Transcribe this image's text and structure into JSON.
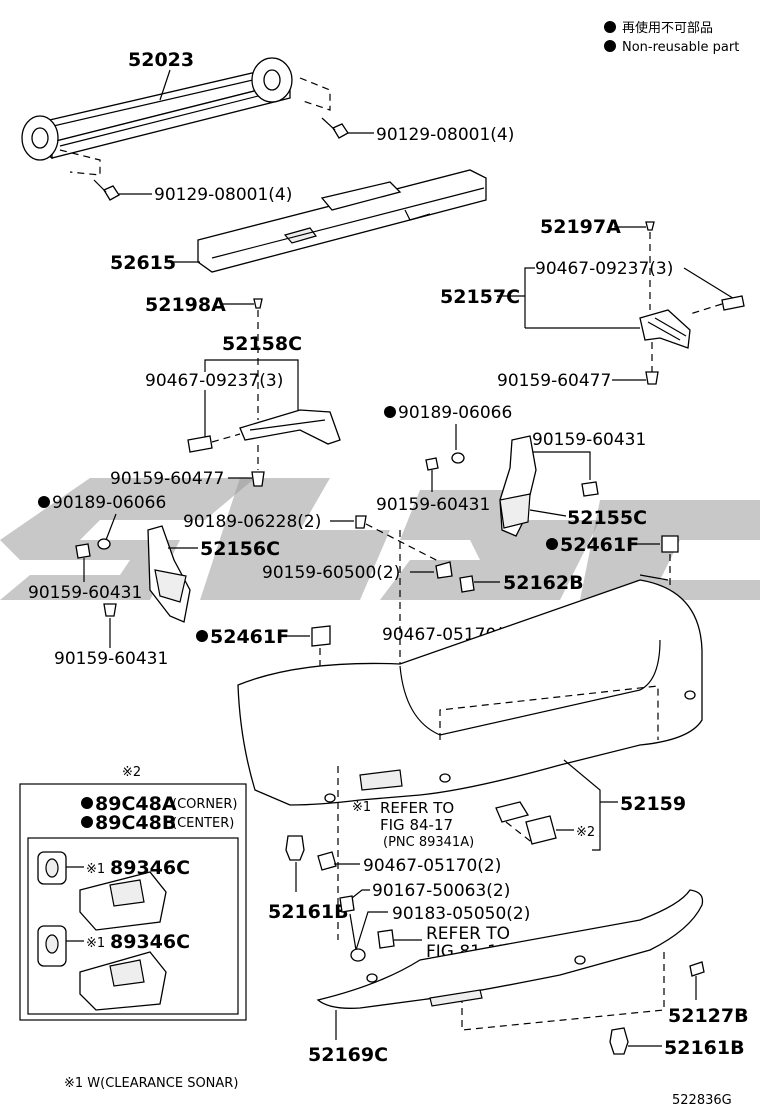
{
  "legend": {
    "dot_color": "#000000",
    "jp": "再使用不可部品",
    "en": "Non-reusable part"
  },
  "labels": {
    "reinforcement": "52023",
    "bolt_a": "90129-08001(4)",
    "bolt_b": "90129-08001(4)",
    "absorber": "52615",
    "clip_r_top": "52197A",
    "screw_r": "90467-09237(3)",
    "bracket_r": "52157C",
    "screw_r_low": "90159-60477",
    "clip_l_top": "52198A",
    "bracket_l": "52158C",
    "screw_l": "90467-09237(3)",
    "screw_l_low": "90159-60477",
    "nut_r": "90189-06066",
    "screw_r2": "90159-60431",
    "screw_r3": "90159-60431",
    "retainer_r": "52155C",
    "nut_l": "90189-06066",
    "retainer_l": "52156C",
    "screw_l2": "90159-60431",
    "screw_l3": "90159-60431",
    "nut_mid": "90189-06228(2)",
    "screw_mid": "90159-60500(2)",
    "pad_r": "52461F",
    "spacer": "52162B",
    "pad_l": "52461F",
    "clip_center": "90467-05170(3)",
    "cover": "52159",
    "box_mark": "※2",
    "sensor_a": "89C48A",
    "sensor_a_note": "(CORNER)",
    "sensor_b": "89C48B",
    "sensor_b_note": "(CENTER)",
    "mark1": "※1",
    "holder_1": "89346C",
    "holder_2": "89346C",
    "refer_a_1": "REFER TO",
    "refer_a_2": "FIG 84-17",
    "refer_a_3": "(PNC 89341A)",
    "mark2": "※2",
    "clip_low": "90467-05170(2)",
    "screw_low": "90167-50063(2)",
    "screw_low2": "90183-05050(2)",
    "refer_b_1": "REFER TO",
    "refer_b_2": "FIG 81-15",
    "clip_l_low": "52161B",
    "lower_cover": "52169C",
    "plate": "52127B",
    "clip_r_low": "52161B",
    "footnote": "※1 W(CLEARANCE SONAR)",
    "fig_no": "522836G"
  }
}
